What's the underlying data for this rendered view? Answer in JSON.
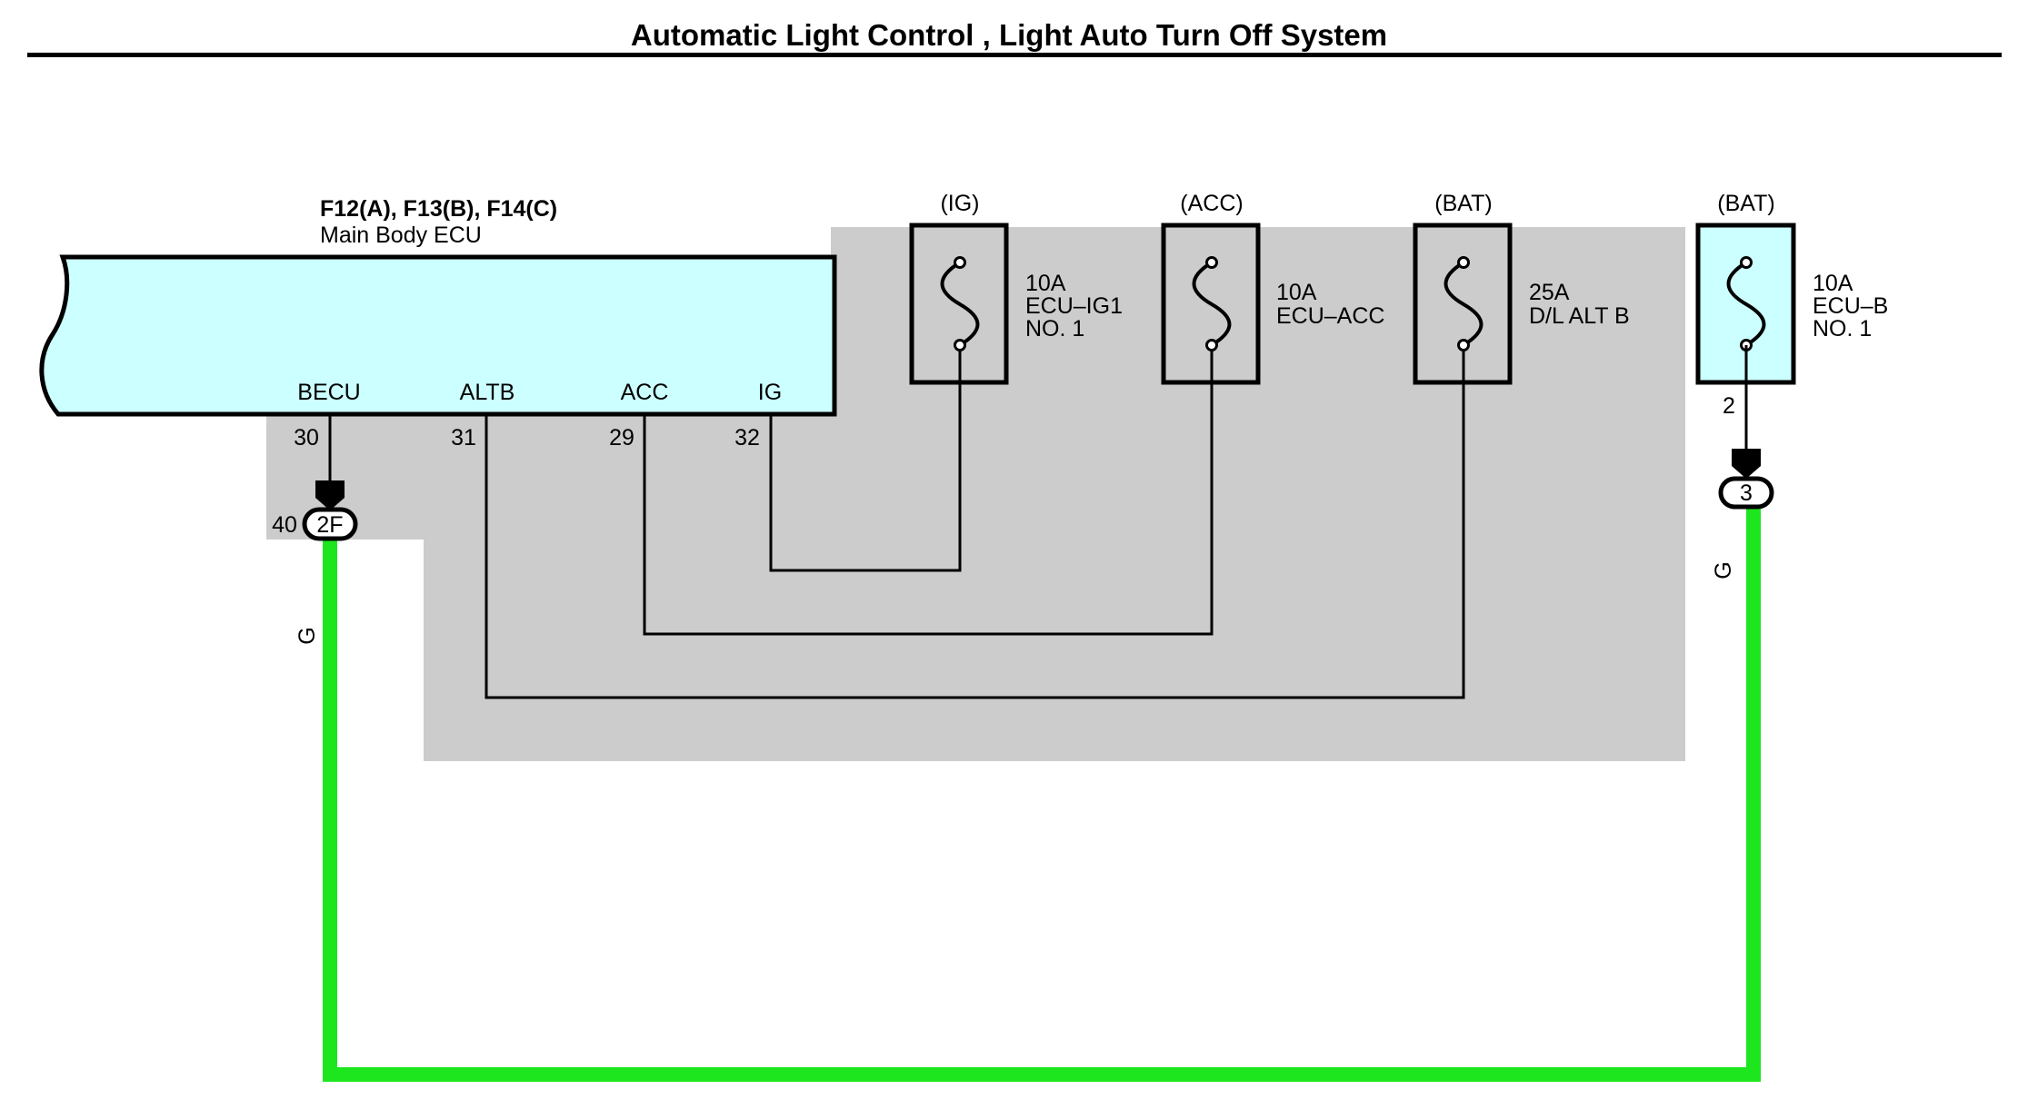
{
  "title": "Automatic Light Control , Light Auto Turn Off System",
  "ecu": {
    "connectors": "F12(A), F13(B), F14(C)",
    "name": "Main Body ECU",
    "terminals": [
      {
        "name": "BECU",
        "pin": "30"
      },
      {
        "name": "ALTB",
        "pin": "31"
      },
      {
        "name": "ACC",
        "pin": "29"
      },
      {
        "name": "IG",
        "pin": "32"
      }
    ]
  },
  "fuses": [
    {
      "source": "(IG)",
      "rating": "10A",
      "name_line1": "ECU–IG1",
      "name_line2": "NO. 1"
    },
    {
      "source": "(ACC)",
      "rating": "10A",
      "name_line1": "ECU–ACC",
      "name_line2": ""
    },
    {
      "source": "(BAT)",
      "rating": "25A",
      "name_line1": "D/L ALT B",
      "name_line2": ""
    },
    {
      "source": "(BAT)",
      "rating": "10A",
      "name_line1": "ECU–B",
      "name_line2": "NO. 1"
    }
  ],
  "junctions": {
    "left": {
      "pin": "40",
      "label": "2F"
    },
    "right": {
      "pin": "2",
      "label": "3"
    }
  },
  "wire_color_label": "G",
  "colors": {
    "ecu_fill": "#ccffff",
    "shade": "#cccccc",
    "green_wire": "#1ee61e",
    "line": "#000000"
  }
}
